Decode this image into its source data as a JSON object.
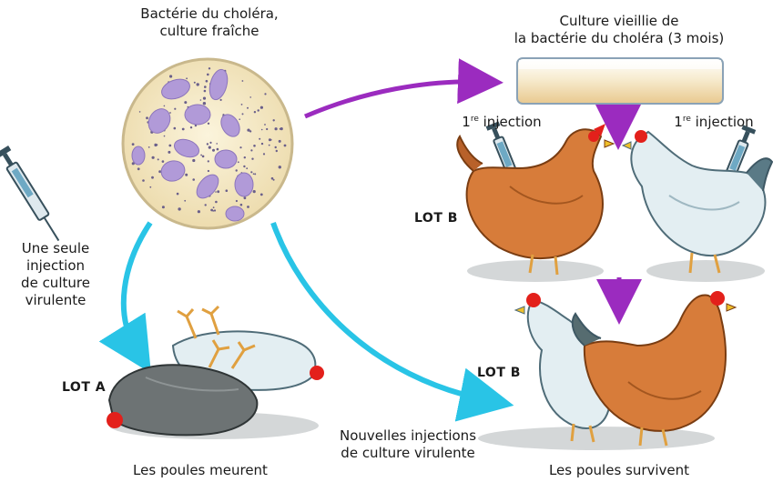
{
  "labels": {
    "fresh_culture_line1": "Bactérie du choléra,",
    "fresh_culture_line2": "culture fraîche",
    "old_culture_line1": "Culture vieillie de",
    "old_culture_line2": "la bactérie du choléra (3 mois)",
    "first_injection_left_main": "1",
    "first_injection_left_sup": "re",
    "first_injection_left_rest": " injection",
    "first_injection_right_main": "1",
    "first_injection_right_sup": "re",
    "first_injection_right_rest": " injection",
    "single_injection_line1": "Une seule",
    "single_injection_line2": "injection",
    "single_injection_line3": "de culture",
    "single_injection_line4": "virulente",
    "new_injections_line1": "Nouvelles injections",
    "new_injections_line2": "de culture virulente",
    "hens_die": "Les poules meurent",
    "hens_survive": "Les poules survivent",
    "lot_a": "LOT A",
    "lot_b_top": "LOT B",
    "lot_b_bottom": "LOT B"
  },
  "colors": {
    "cyan_arrow": "#29c4e6",
    "purple_arrow": "#9b2bbf",
    "petri_bg": "#f6eccb",
    "bacteria": "#b19ad8",
    "brown_hen": "#d77c3a",
    "white_hen": "#e3eef2",
    "grey_hen": "#6d7374",
    "comb_red": "#e3201b"
  },
  "icons": [
    "syringe-icon",
    "petri-dish-icon",
    "culture-tube-icon",
    "hen-icon",
    "arrow-icon"
  ]
}
